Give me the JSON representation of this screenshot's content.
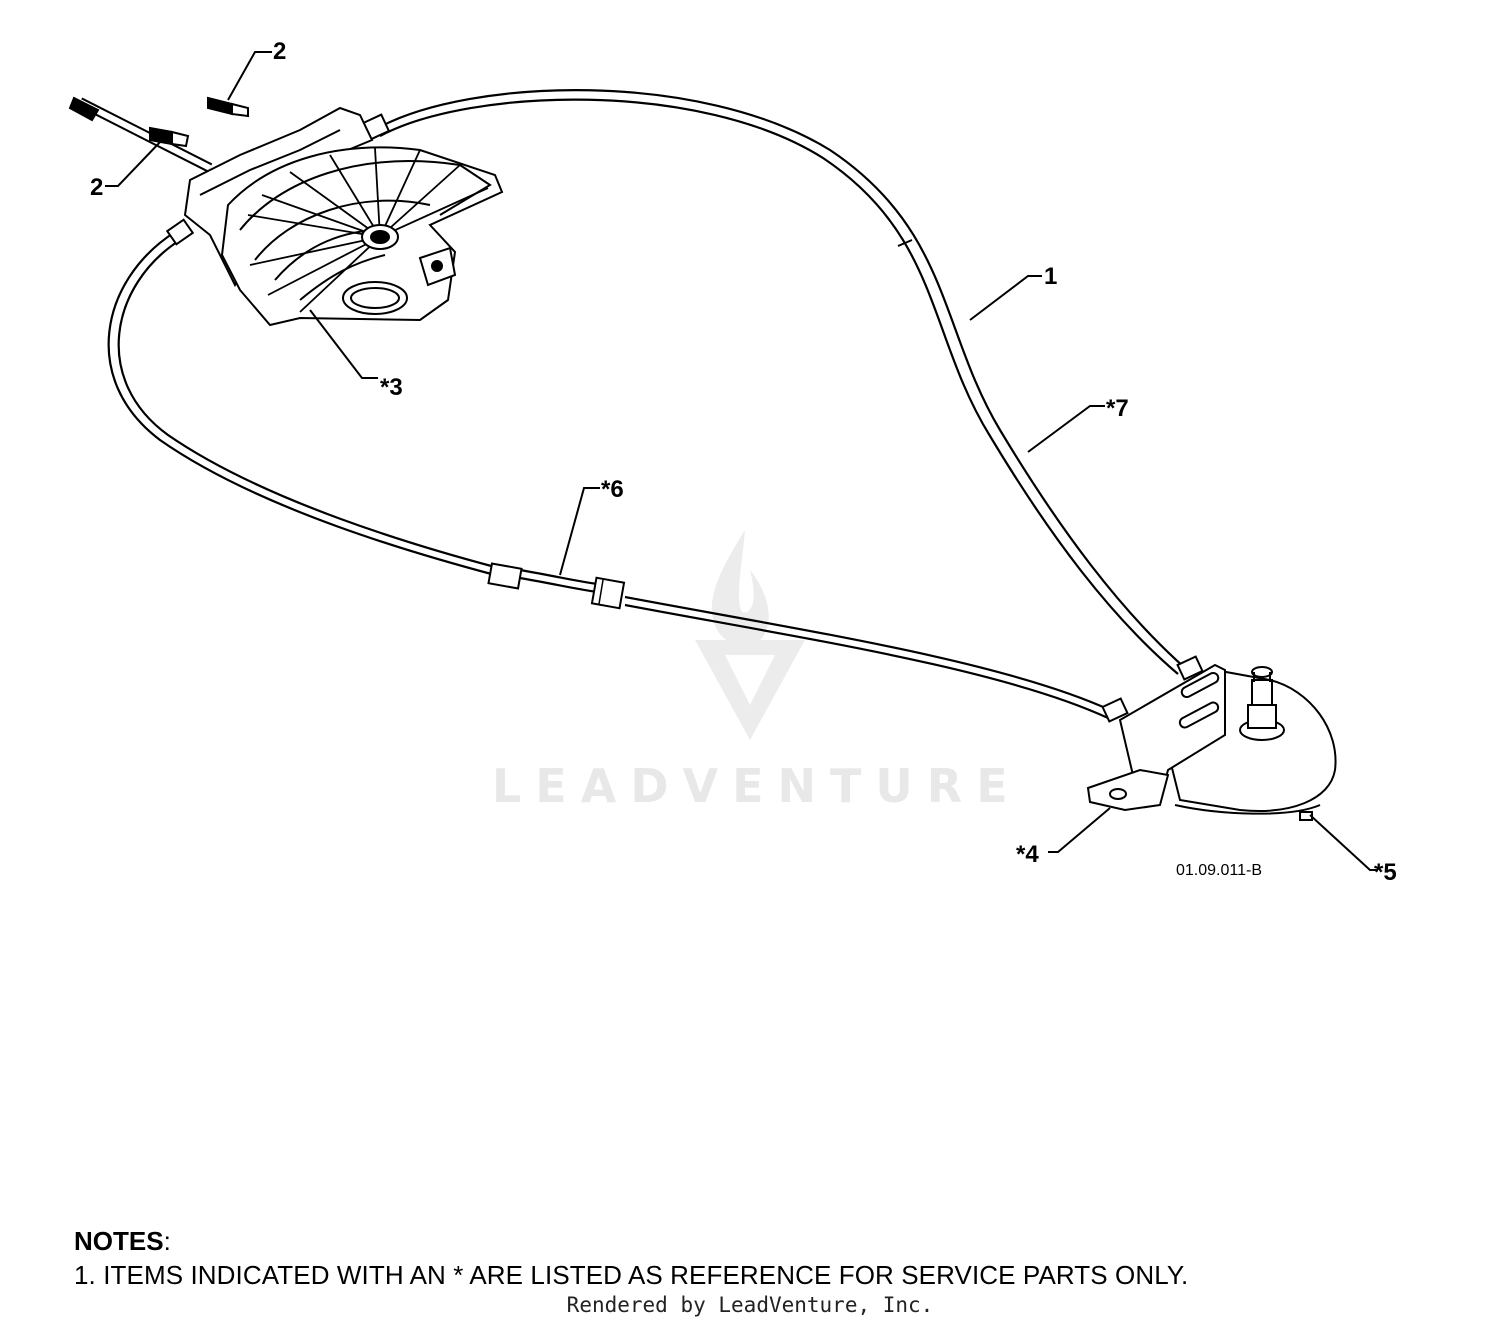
{
  "callouts": {
    "c2a": "2",
    "c2b": "2",
    "c1": "1",
    "c3": "*3",
    "c7": "*7",
    "c6": "*6",
    "c4": "*4",
    "c5": "*5"
  },
  "figure_code": "01.09.011-B",
  "watermark": "LEADVENTURE",
  "notes": {
    "heading": "NOTES",
    "heading_suffix": ":",
    "line1": "1. ITEMS INDICATED WITH AN * ARE LISTED AS REFERENCE FOR SERVICE PARTS ONLY."
  },
  "rendered_by": "Rendered by LeadVenture, Inc.",
  "colors": {
    "line": "#000000",
    "watermark": "#e8e8e8",
    "background": "#ffffff"
  }
}
